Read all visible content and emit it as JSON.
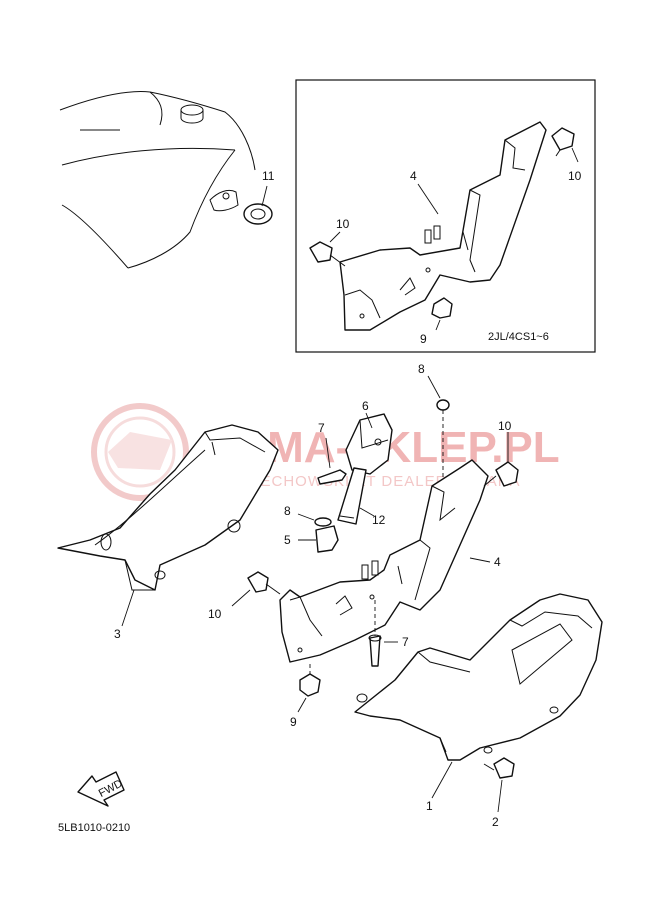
{
  "watermark": {
    "text": "YAMA-SKLEP.PL",
    "subtext": "WOJTECHOWSKI ET DEALER YAMAHA"
  },
  "inset": {
    "code": "2JL/4CS1~6"
  },
  "footer": {
    "code": "5LB1010-0210",
    "fwd_label": "FWD"
  },
  "callouts": {
    "c11": "11",
    "c4_inset": "4",
    "c10_inset_right": "10",
    "c10_inset_left": "10",
    "c9_inset": "9",
    "c8_top": "8",
    "c6": "6",
    "c7_top": "7",
    "c10_main_right": "10",
    "c8_mid": "8",
    "c12": "12",
    "c5": "5",
    "c4_main": "4",
    "c3": "3",
    "c10_main_left": "10",
    "c7_bottom": "7",
    "c9_main": "9",
    "c1": "1",
    "c2": "2"
  },
  "colors": {
    "line": "#111111",
    "watermark": "#e8a0a0"
  }
}
